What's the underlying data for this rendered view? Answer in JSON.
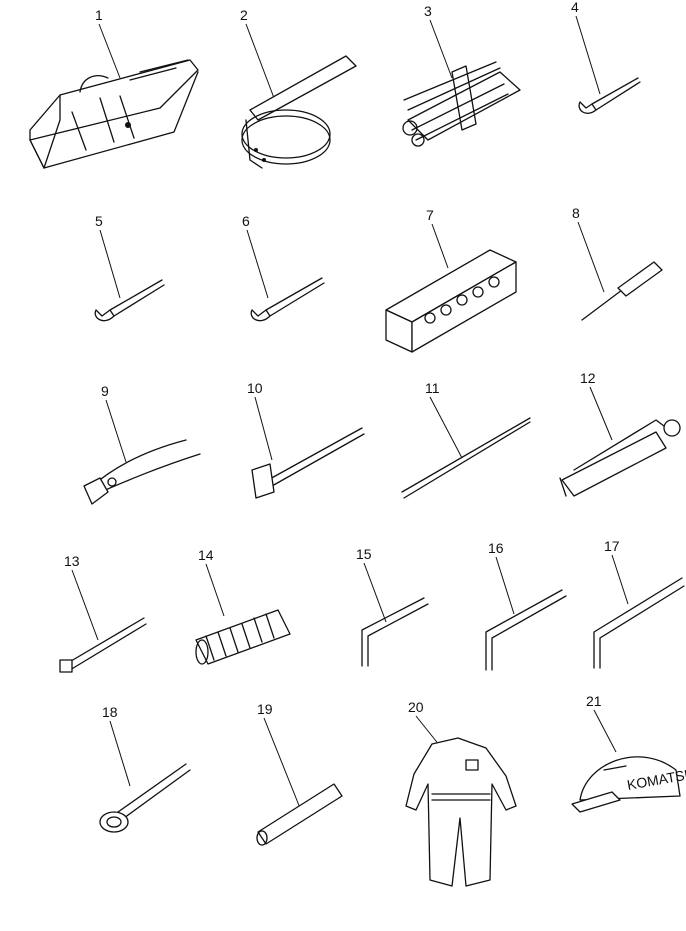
{
  "diagram": {
    "parts": [
      {
        "no": "1",
        "icon": "tool-bag-icon"
      },
      {
        "no": "2",
        "icon": "filter-wrench-icon"
      },
      {
        "no": "3",
        "icon": "wrench-set-icon"
      },
      {
        "no": "4",
        "icon": "open-end-wrench-icon"
      },
      {
        "no": "5",
        "icon": "open-end-wrench-icon"
      },
      {
        "no": "6",
        "icon": "open-end-wrench-icon"
      },
      {
        "no": "7",
        "icon": "socket-set-box-icon"
      },
      {
        "no": "8",
        "icon": "screwdriver-icon"
      },
      {
        "no": "9",
        "icon": "pliers-icon"
      },
      {
        "no": "10",
        "icon": "hammer-icon"
      },
      {
        "no": "11",
        "icon": "pry-bar-icon"
      },
      {
        "no": "12",
        "icon": "grease-gun-icon"
      },
      {
        "no": "13",
        "icon": "bolt-icon"
      },
      {
        "no": "14",
        "icon": "coil-spring-icon"
      },
      {
        "no": "15",
        "icon": "hex-key-icon"
      },
      {
        "no": "16",
        "icon": "hex-key-icon"
      },
      {
        "no": "17",
        "icon": "hex-key-icon"
      },
      {
        "no": "18",
        "icon": "box-wrench-icon"
      },
      {
        "no": "19",
        "icon": "pipe-icon"
      },
      {
        "no": "20",
        "icon": "coverall-icon"
      },
      {
        "no": "21",
        "icon": "cap-icon"
      }
    ],
    "cap_text": "KOMATSU"
  }
}
